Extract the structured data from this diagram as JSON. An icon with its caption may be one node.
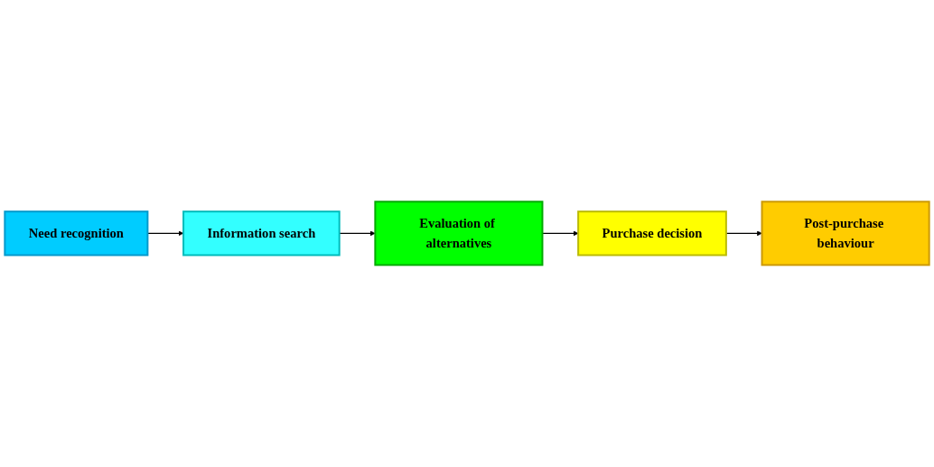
{
  "diagram": {
    "nodes": [
      {
        "text": [
          "Need recognition"
        ]
      },
      {
        "text": [
          "Information search"
        ]
      },
      {
        "text": [
          "Evaluation of alternatives"
        ]
      },
      {
        "text": [
          "Purchase decision"
        ]
      },
      {
        "text": [
          "Post-purchase behaviour"
        ]
      }
    ],
    "edges": [
      {
        "from": 0,
        "to": 1,
        "arrow": "to"
      },
      {
        "from": 1,
        "to": 2,
        "arrow": "to"
      },
      {
        "from": 2,
        "to": 3,
        "arrow": "to"
      },
      {
        "from": 3,
        "to": 4,
        "arrow": "to"
      }
    ]
  }
}
